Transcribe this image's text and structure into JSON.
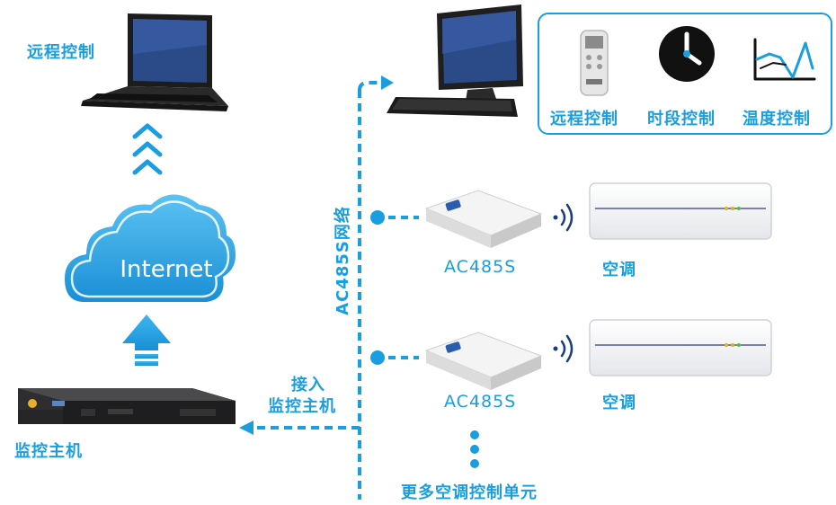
{
  "internet_label": "Internet",
  "remote_control_label": "远程控制",
  "monitor_host_label": "监控主机",
  "access_line1": "接入",
  "access_line2": "监控主机",
  "network_label": "AC485S网络",
  "panel": {
    "items": [
      {
        "label": "远程控制",
        "icon": "remote-control-icon"
      },
      {
        "label": "时段控制",
        "icon": "clock-icon"
      },
      {
        "label": "温度控制",
        "icon": "temperature-chart-icon"
      }
    ]
  },
  "units": [
    {
      "device_label": "AC485S",
      "ac_label": "空调"
    },
    {
      "device_label": "AC485S",
      "ac_label": "空调"
    }
  ],
  "more_units_label": "更多空调控制单元",
  "colors": {
    "accent": "#1a9ee0",
    "dark": "#222222"
  }
}
